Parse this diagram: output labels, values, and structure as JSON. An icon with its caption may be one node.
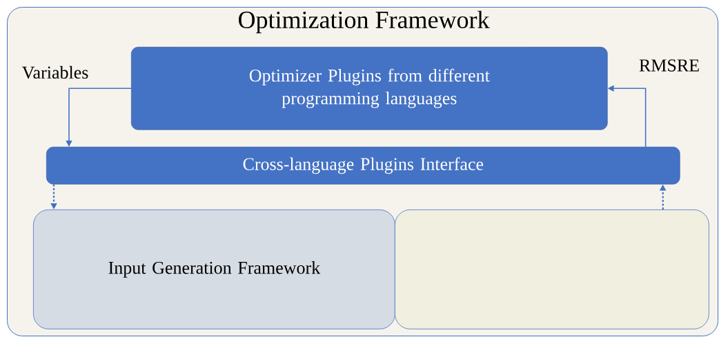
{
  "diagram": {
    "nodes": [
      {
        "text": [
          "Optimization Framework"
        ]
      },
      {
        "text": [
          "Optimizer Plugins from different programming languages"
        ],
        "in": 0
      },
      {
        "text": [
          "Cross-language Plugins Interface"
        ],
        "in": 0
      },
      {
        "text": [
          "Input Generation Framework"
        ],
        "in": 0
      },
      {
        "text": [],
        "shape": "box",
        "in": 0
      }
    ],
    "edges": [
      {
        "from": 1,
        "to": 2,
        "arrow": "to",
        "label": "Variables"
      },
      {
        "from": 2,
        "to": 1,
        "arrow": "to",
        "label": "RMSRE"
      },
      {
        "from": 2,
        "to": 3,
        "arrow": "to",
        "style": "dashed"
      },
      {
        "from": 4,
        "to": 2,
        "arrow": "to",
        "style": "dashed"
      }
    ]
  }
}
